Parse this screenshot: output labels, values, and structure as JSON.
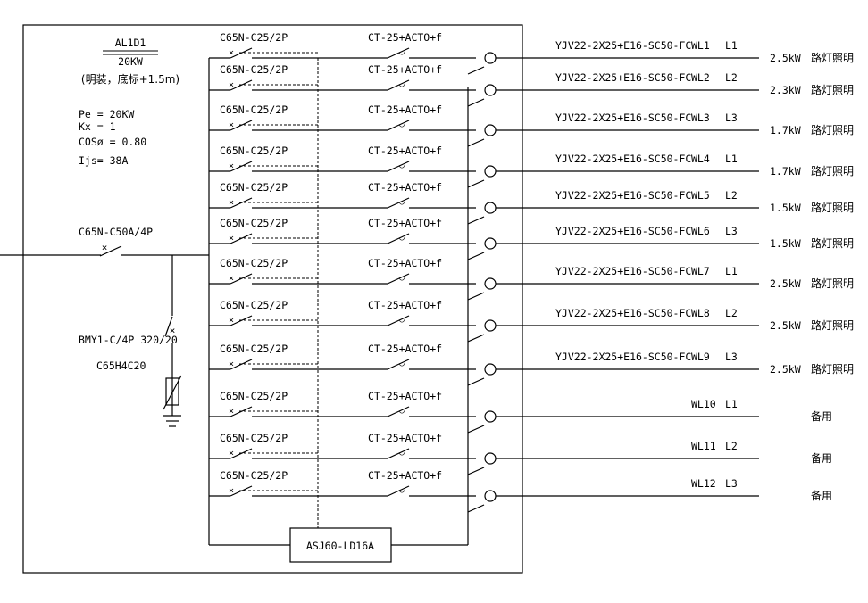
{
  "panel": {
    "name": "AL1D1",
    "power": "20KW",
    "install": "(明装，底标+1.5m)",
    "params": [
      "Pe = 20KW",
      "Kx = 1",
      "COSø = 0.80",
      "Ijs=  38A"
    ]
  },
  "main_breaker": "C65N-C50A/4P",
  "spd": {
    "model": "BMY1-C/4P 320/20",
    "breaker": "C65H4C20"
  },
  "controller": "ASJ60-LD16A",
  "circuits": [
    {
      "breaker": "C65N-C25/2P",
      "contactor": "CT-25+ACTO+f",
      "cable": "YJV22-2X25+E16-SC50-FC",
      "wl": "WL1",
      "phase": "L1",
      "power": "2.5kW",
      "use": "路灯照明"
    },
    {
      "breaker": "C65N-C25/2P",
      "contactor": "CT-25+ACTO+f",
      "cable": "YJV22-2X25+E16-SC50-FC",
      "wl": "WL2",
      "phase": "L2",
      "power": "2.3kW",
      "use": "路灯照明"
    },
    {
      "breaker": "C65N-C25/2P",
      "contactor": "CT-25+ACTO+f",
      "cable": "YJV22-2X25+E16-SC50-FC",
      "wl": "WL3",
      "phase": "L3",
      "power": "1.7kW",
      "use": "路灯照明"
    },
    {
      "breaker": "C65N-C25/2P",
      "contactor": "CT-25+ACTO+f",
      "cable": "YJV22-2X25+E16-SC50-FC",
      "wl": "WL4",
      "phase": "L1",
      "power": "1.7kW",
      "use": "路灯照明"
    },
    {
      "breaker": "C65N-C25/2P",
      "contactor": "CT-25+ACTO+f",
      "cable": "YJV22-2X25+E16-SC50-FC",
      "wl": "WL5",
      "phase": "L2",
      "power": "1.5kW",
      "use": "路灯照明"
    },
    {
      "breaker": "C65N-C25/2P",
      "contactor": "CT-25+ACTO+f",
      "cable": "YJV22-2X25+E16-SC50-FC",
      "wl": "WL6",
      "phase": "L3",
      "power": "1.5kW",
      "use": "路灯照明"
    },
    {
      "breaker": "C65N-C25/2P",
      "contactor": "CT-25+ACTO+f",
      "cable": "YJV22-2X25+E16-SC50-FC",
      "wl": "WL7",
      "phase": "L1",
      "power": "2.5kW",
      "use": "路灯照明"
    },
    {
      "breaker": "C65N-C25/2P",
      "contactor": "CT-25+ACTO+f",
      "cable": "YJV22-2X25+E16-SC50-FC",
      "wl": "WL8",
      "phase": "L2",
      "power": "2.5kW",
      "use": "路灯照明"
    },
    {
      "breaker": "C65N-C25/2P",
      "contactor": "CT-25+ACTO+f",
      "cable": "YJV22-2X25+E16-SC50-FC",
      "wl": "WL9",
      "phase": "L3",
      "power": "2.5kW",
      "use": "路灯照明"
    },
    {
      "breaker": "C65N-C25/2P",
      "contactor": "CT-25+ACTO+f",
      "cable": "",
      "wl": "WL10",
      "phase": "L1",
      "power": "",
      "use": "备用"
    },
    {
      "breaker": "C65N-C25/2P",
      "contactor": "CT-25+ACTO+f",
      "cable": "",
      "wl": "WL11",
      "phase": "L2",
      "power": "",
      "use": "备用"
    },
    {
      "breaker": "C65N-C25/2P",
      "contactor": "CT-25+ACTO+f",
      "cable": "",
      "wl": "WL12",
      "phase": "L3",
      "power": "",
      "use": "备用"
    }
  ]
}
